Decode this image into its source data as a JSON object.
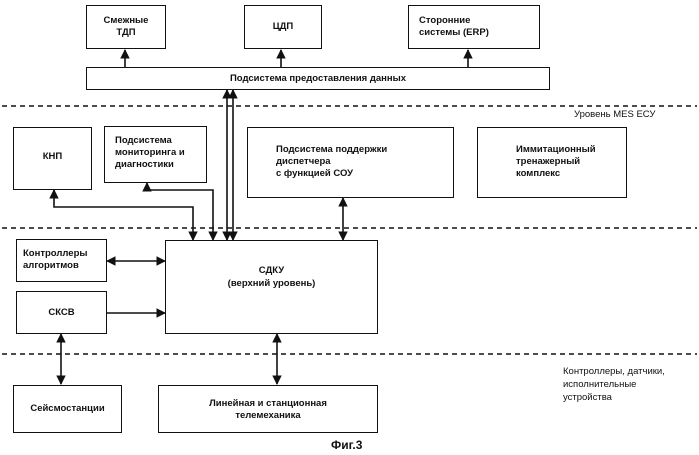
{
  "boxes": {
    "adjacent_tdp": [
      "Смежные",
      "ТДП"
    ],
    "cdp": "ЦДП",
    "third_party": [
      "Сторонние",
      "системы (ERP)"
    ],
    "data_subsystem": "Подсистема предоставления данных",
    "knp": "КНП",
    "monitoring": [
      "Подсистема",
      "мониторинга и",
      "диагностики"
    ],
    "dispatcher": [
      "Подсистема  поддержки",
      "диспетчера",
      "с функцией СОУ"
    ],
    "simulator": [
      "Иммитационный",
      "тренажерный",
      "комплекс"
    ],
    "controllers": [
      "Контроллеры",
      "алгоритмов"
    ],
    "sdku": [
      "СДКУ",
      "(верхний уровень)"
    ],
    "sksv": "СКСВ",
    "seismic": "Сейсмостанции",
    "telemechanics": [
      "Линейная и станционная",
      "телемеханика"
    ]
  },
  "levels": {
    "mes": "Уровень  MES  ЕСУ",
    "field": [
      "Контроллеры, датчики,",
      "исполнительные",
      "устройства"
    ]
  },
  "figure_caption": "Фиг.3"
}
